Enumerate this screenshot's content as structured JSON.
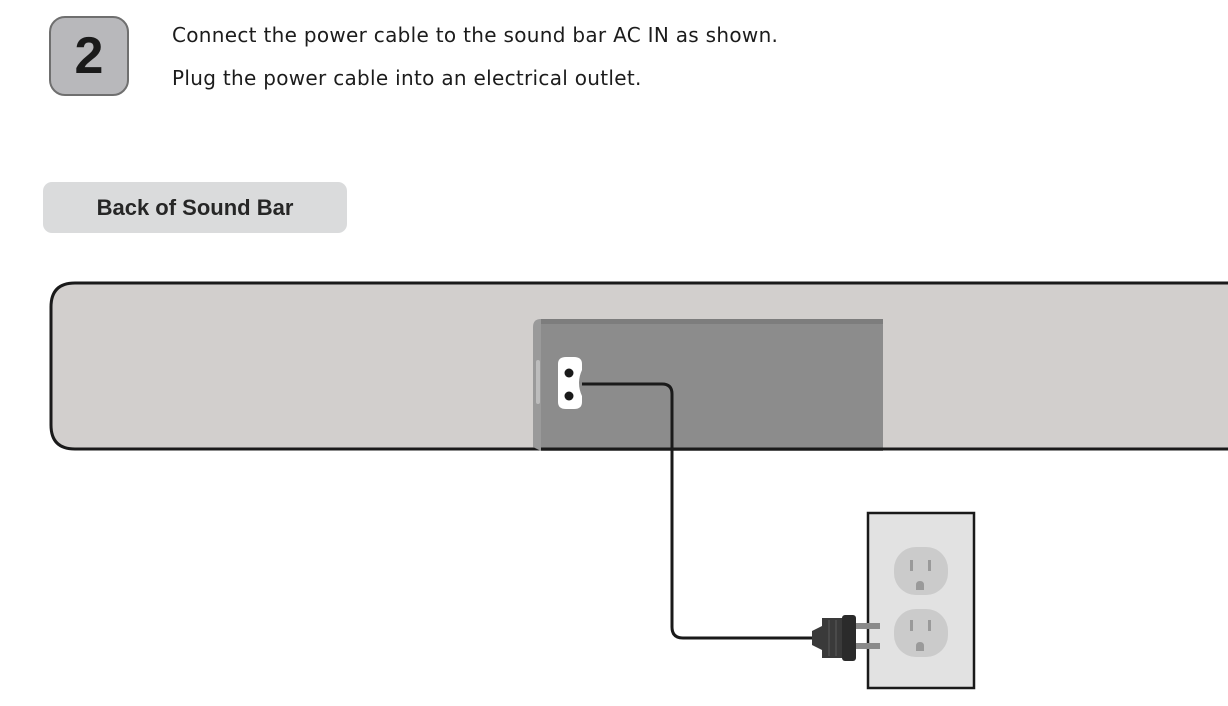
{
  "step": {
    "number": "2"
  },
  "instructions": {
    "line1": "Connect the power cable to the sound bar AC IN as shown.",
    "line2": "Plug the power cable into an electrical outlet."
  },
  "label": {
    "back_of_sound_bar": "Back of Sound Bar"
  },
  "colors": {
    "soundbar_body": "#d2cfcd",
    "panel": "#8c8c8c",
    "outline": "#1a1a1a",
    "outlet_plate": "#e2e2e2",
    "receptacle": "#cbcbcb",
    "badge": "#b8b8bb"
  },
  "icons": [
    "ac-in-port-icon",
    "power-plug-icon",
    "wall-outlet-icon"
  ]
}
